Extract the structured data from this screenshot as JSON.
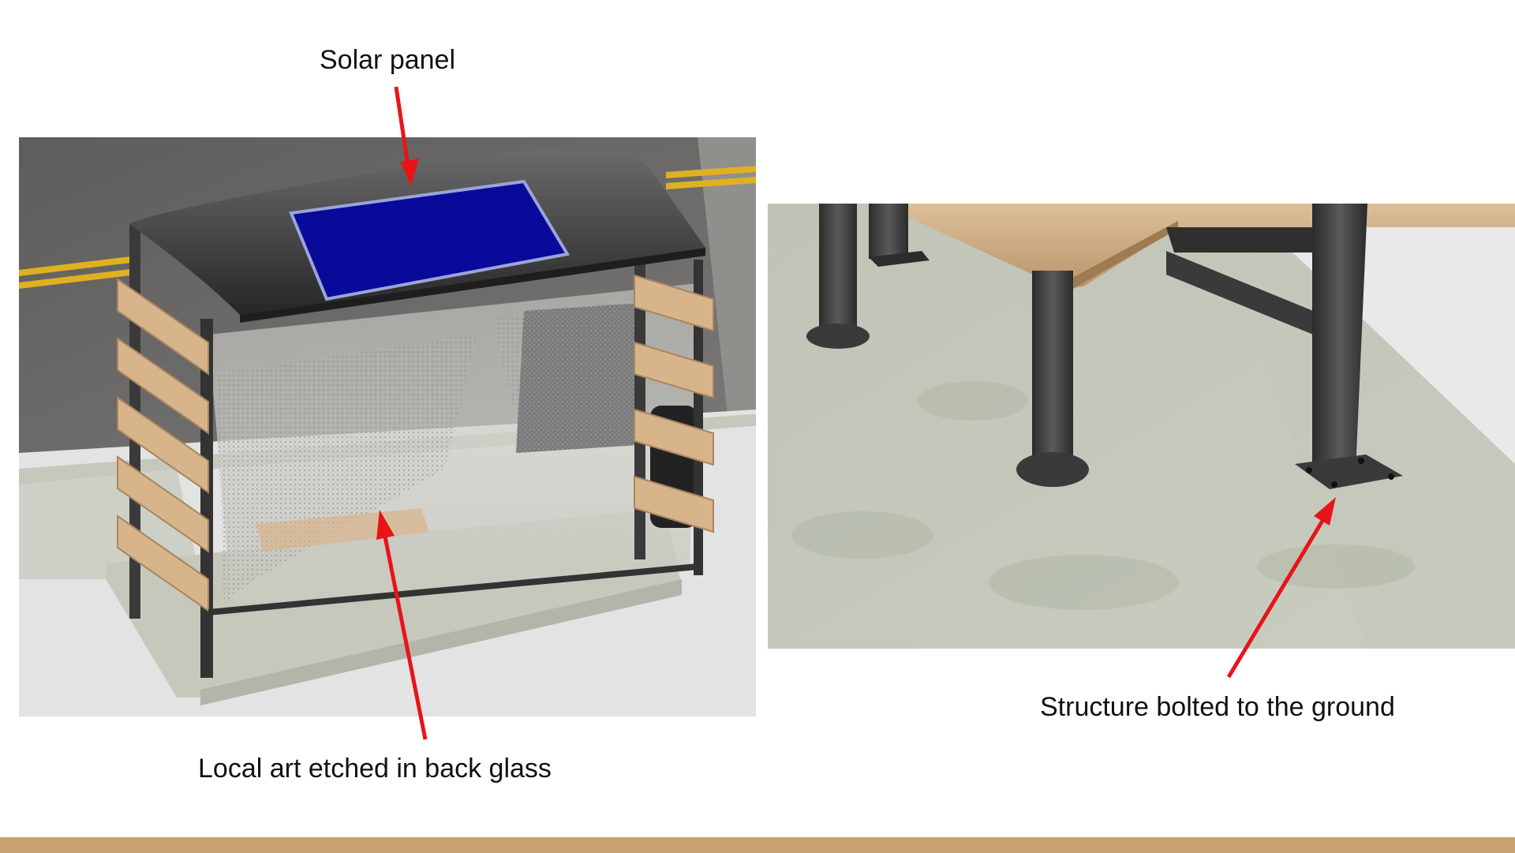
{
  "labels": {
    "solar_panel": "Solar panel",
    "local_art": "Local art etched in back glass",
    "bolted": "Structure bolted to the ground"
  },
  "colors": {
    "arrow": "#e8141a",
    "footer_bar": "#c8a271",
    "solar_panel": "#0a0a9a",
    "steel": "#3a3a3a",
    "wood": "#d8b48a",
    "concrete": "#c5c8bb",
    "asphalt": "#6b6866",
    "road_line": "#e0b020"
  },
  "icons": {
    "arrow": "red-arrow-icon"
  }
}
